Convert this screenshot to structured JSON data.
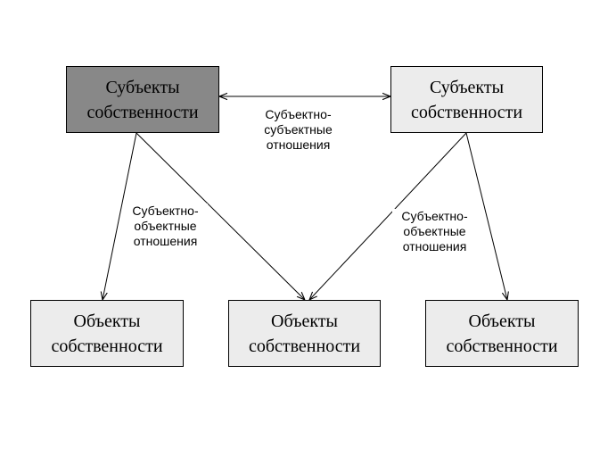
{
  "nodes": {
    "subject_left": {
      "line1": "Субъекты",
      "line2": "собственности"
    },
    "subject_right": {
      "line1": "Субъекты",
      "line2": "собственности"
    },
    "object_left": {
      "line1": "Объекты",
      "line2": "собственности"
    },
    "object_center": {
      "line1": "Объекты",
      "line2": "собственности"
    },
    "object_right": {
      "line1": "Объекты",
      "line2": "собственности"
    }
  },
  "edge_labels": {
    "subject_subject": {
      "line1": "Субъектно-",
      "line2": "субъектные",
      "line3": "отношения"
    },
    "subject_object_left": {
      "line1": "Субъектно-",
      "line2": "объектные",
      "line3": "отношения"
    },
    "subject_object_right": {
      "line1": "Субъектно-",
      "line2": "объектные",
      "line3": "отношения"
    }
  },
  "colors": {
    "subject_left_fill": "#888888",
    "subject_right_fill": "#ececec",
    "object_fill": "#ececec",
    "line": "#000000"
  }
}
